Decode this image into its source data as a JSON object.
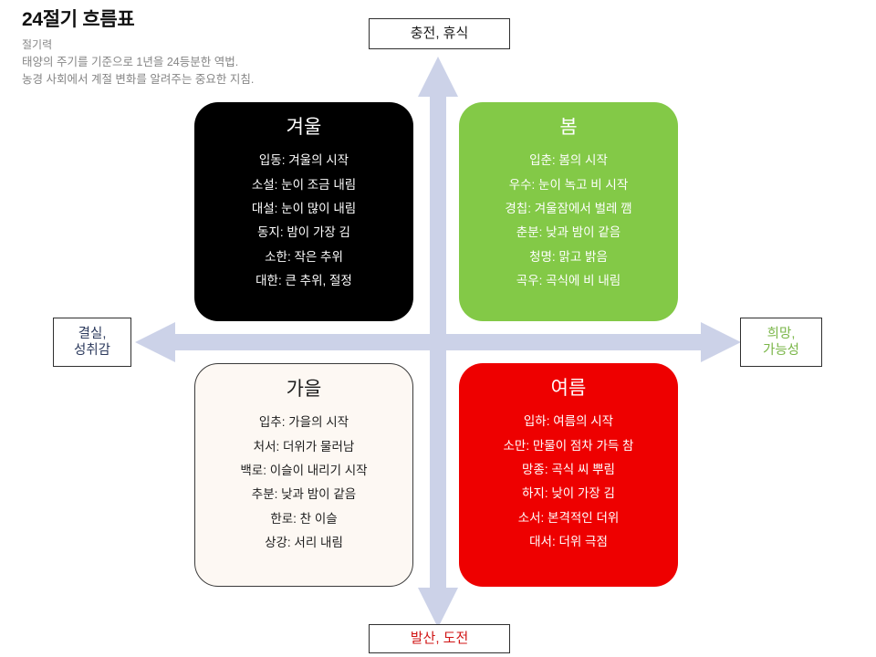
{
  "header": {
    "title": "24절기 흐름표",
    "subtitle_lead": "절기력",
    "subtitle_line1": "태양의 주기를 기준으로 1년을 24등분한 역법.",
    "subtitle_line2": "농경 사회에서 계절 변화를 알려주는 중요한 지침."
  },
  "axis": {
    "top_label": "충전, 휴식",
    "bottom_label": "발산, 도전",
    "left_label_line1": "결실,",
    "left_label_line2": "성취감",
    "right_label_line1": "희망,",
    "right_label_line2": "가능성",
    "arrow_color": "#ccd2e8",
    "top_label_color": "#1a1a1a",
    "bottom_label_color": "#d01414",
    "left_label_color": "#2d3b5e",
    "right_label_color": "#7ab648"
  },
  "quadrants": {
    "winter": {
      "title": "겨울",
      "bg_color": "#000000",
      "text_color": "#ffffff",
      "terms": [
        "입동: 겨울의 시작",
        "소설: 눈이 조금 내림",
        "대설: 눈이 많이 내림",
        "동지: 밤이 가장 김",
        "소한: 작은 추위",
        "대한: 큰 추위, 절정"
      ]
    },
    "spring": {
      "title": "봄",
      "bg_color": "#83c947",
      "text_color": "#ffffff",
      "terms": [
        "입춘: 봄의 시작",
        "우수: 눈이 녹고 비 시작",
        "경칩: 겨울잠에서 벌레 깸",
        "춘분: 낮과 밤이 같음",
        "청명: 맑고 밝음",
        "곡우: 곡식에 비 내림"
      ]
    },
    "autumn": {
      "title": "가을",
      "bg_color": "#fdf8f3",
      "text_color": "#1d1d1d",
      "terms": [
        "입추: 가을의 시작",
        "처서: 더위가 물러남",
        "백로: 이슬이 내리기 시작",
        "추분: 낮과 밤이 같음",
        "한로: 찬 이슬",
        "상강: 서리 내림"
      ]
    },
    "summer": {
      "title": "여름",
      "bg_color": "#ee0000",
      "text_color": "#ffffff",
      "terms": [
        "입하: 여름의 시작",
        "소만: 만물이 점차 가득 참",
        "망종: 곡식 씨 뿌림",
        "하지: 낮이 가장 김",
        "소서: 본격적인 더위",
        "대서: 더위 극점"
      ]
    }
  }
}
